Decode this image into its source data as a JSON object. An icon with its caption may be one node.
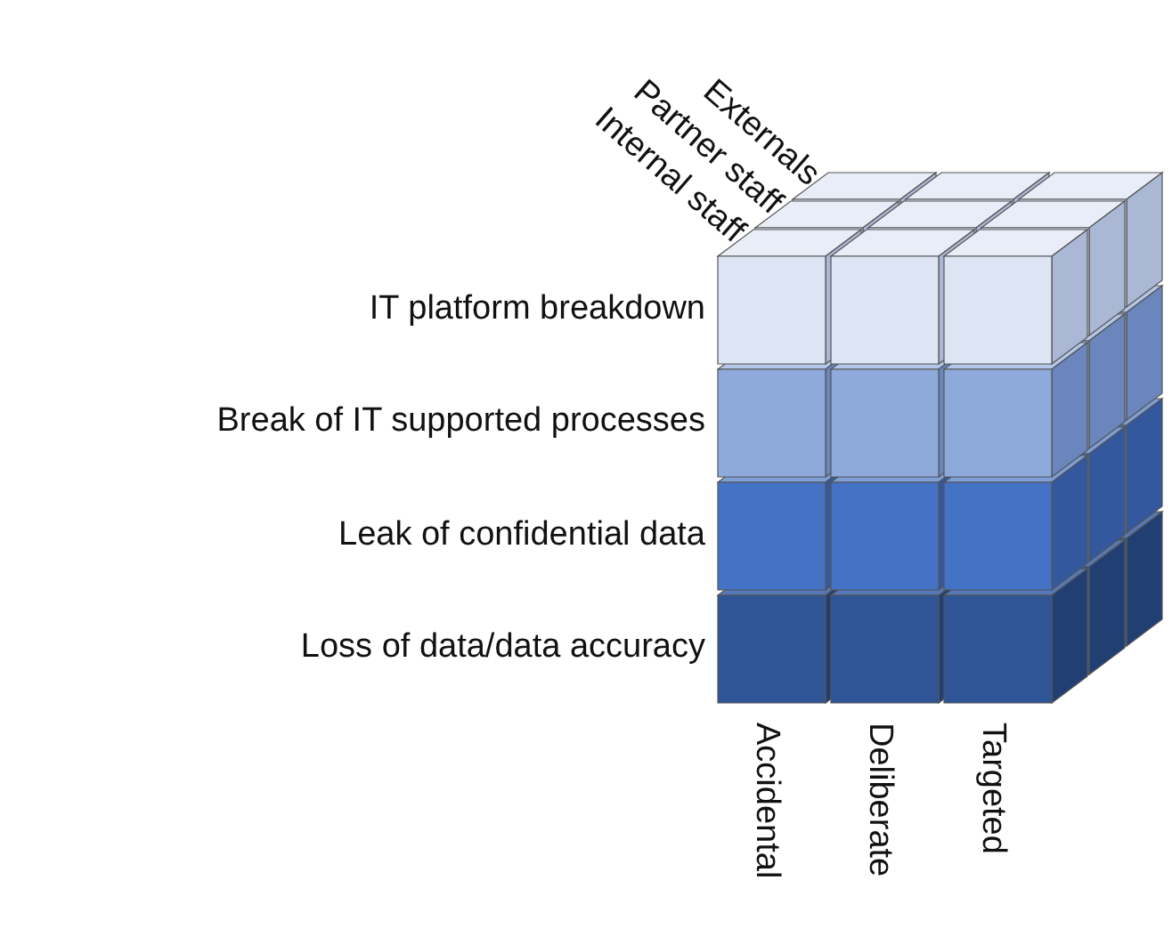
{
  "diagram": {
    "labels": [
      "Externals",
      "Partner staff",
      "Internal staff",
      "IT platform breakdown",
      "Break of IT supported processes",
      "Leak of confidential data",
      "Loss of data/data accuracy",
      "Accidental",
      "Deliberate",
      "Targeted"
    ]
  }
}
